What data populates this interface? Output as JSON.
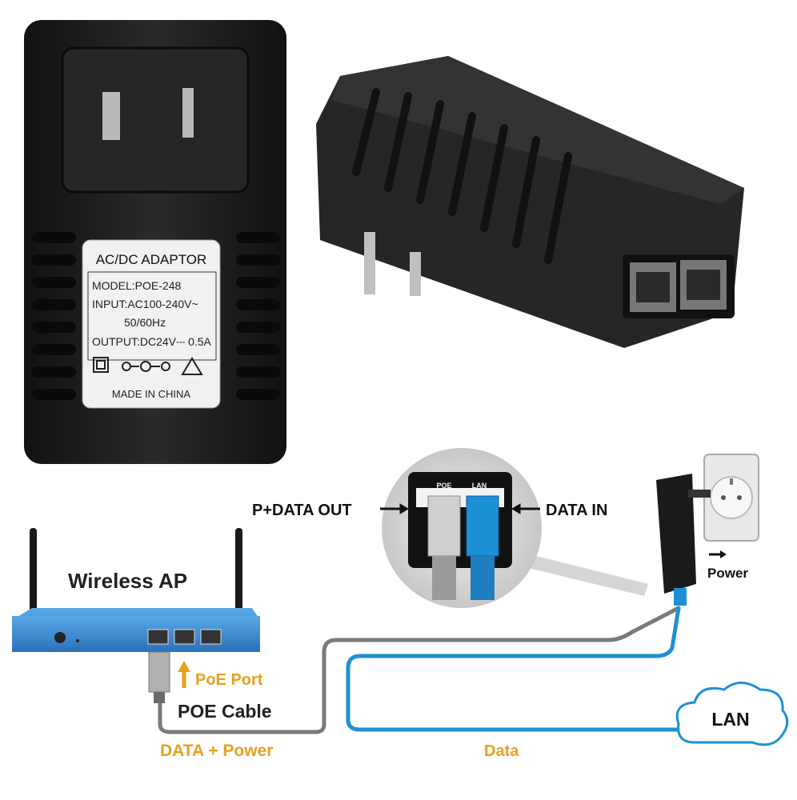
{
  "label_plate": {
    "title": "AC/DC ADAPTOR",
    "model": "MODEL:POE-248",
    "input": "INPUT:AC100-240V~",
    "freq": "50/60Hz",
    "output": "OUTPUT:DC24V⎓ 0.5A",
    "origin": "MADE IN CHINA"
  },
  "injector": {
    "port_poe": "POE",
    "port_lan": "LAN"
  },
  "diagram": {
    "p_data_out": "P+DATA OUT",
    "data_in": "DATA IN",
    "wireless_ap": "Wireless AP",
    "power": "Power",
    "poe_port": "PoE Port",
    "poe_cable": "POE Cable",
    "data_power": "DATA + Power",
    "data": "Data",
    "lan": "LAN"
  },
  "colors": {
    "adapter": "#1c1c1c",
    "ap_body": "#3b8fd6",
    "cable_blue": "#1e90d6",
    "cable_gray": "#7a7a7a",
    "accent_orange": "#e8a020"
  }
}
